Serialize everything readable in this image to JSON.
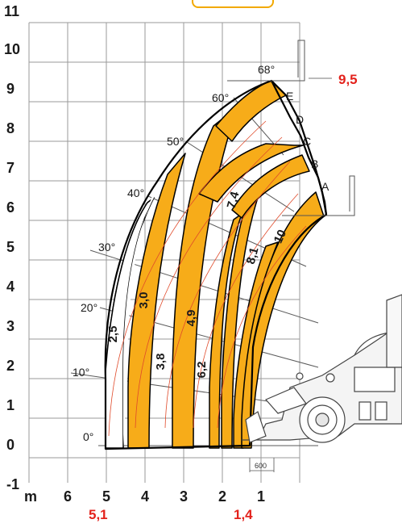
{
  "axes": {
    "y_label": "m",
    "y_ticks": [
      "-1",
      "0",
      "1",
      "2",
      "3",
      "4",
      "5",
      "6",
      "7",
      "8",
      "9",
      "10",
      "11"
    ],
    "x_ticks": [
      "6",
      "5",
      "4",
      "3",
      "2",
      "1"
    ]
  },
  "angles": [
    "0°",
    "10°",
    "20°",
    "30°",
    "40°",
    "50°",
    "60°",
    "68°"
  ],
  "extension_labels": [
    "A",
    "B",
    "C",
    "D",
    "E"
  ],
  "band_values": [
    "2,5",
    "3,0",
    "3,8",
    "4,9",
    "6,2",
    "7,4",
    "8,1",
    "10"
  ],
  "callouts": {
    "max_height": "9,5",
    "max_reach": "5,1",
    "min_reach": "1,4",
    "dimension": "600"
  },
  "colors": {
    "band": "#f7ac19",
    "grid": "#9a9a9a",
    "callout": "#e3221c",
    "arc": "#e04a2a",
    "frame": "#000000"
  }
}
